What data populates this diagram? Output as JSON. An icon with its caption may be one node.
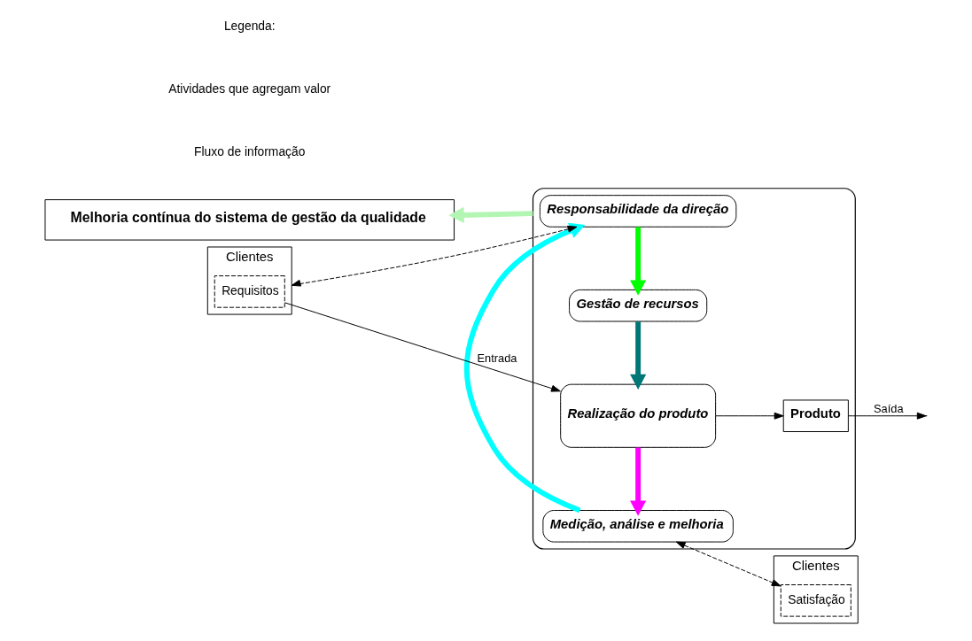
{
  "diagram": {
    "nodes": [
      {
        "text": [
          "Melhoria contínua do sistema de gestão da qualidade"
        ]
      },
      {
        "text": [],
        "shape": "ellipse"
      },
      {
        "text": [
          "Clientes"
        ]
      },
      {
        "text": [
          "Requisitos"
        ],
        "in": 2
      },
      {
        "text": [
          "Responsabilidade da direção"
        ],
        "in": 1
      },
      {
        "text": [
          "Gestão de recursos"
        ],
        "in": 1
      },
      {
        "text": [
          "Medição, análise e melhoria"
        ],
        "in": 1
      },
      {
        "text": [
          "Realização do produto"
        ],
        "in": 1
      },
      {
        "text": [
          "Produto"
        ],
        "in": 1
      },
      {
        "text": [
          "Clientes"
        ]
      },
      {
        "text": [
          "Satisfação"
        ],
        "in": 9
      }
    ],
    "edges": [
      {
        "from": 2,
        "to": 4,
        "arrow": "both",
        "style": "dashed"
      },
      {
        "from": 4,
        "to": 5,
        "arrow": "to",
        "style": "thick",
        "color": "#00ff00"
      },
      {
        "from": 5,
        "to": 7,
        "arrow": "to",
        "style": "thick",
        "color": "#007777"
      },
      {
        "from": 7,
        "to": 6,
        "arrow": "to",
        "style": "thick",
        "color": "#ff00ff"
      },
      {
        "from": 6,
        "to": 4,
        "arrow": "to",
        "style": "thick",
        "color": "#00ffff"
      },
      {
        "from": 1,
        "to": 0,
        "arrow": "to",
        "style": "thick",
        "color": "#b3f5b3"
      },
      {
        "from": 3,
        "to": 7,
        "arrow": "to",
        "label": "Entrada"
      },
      {
        "from": 7,
        "to": 8,
        "arrow": "to"
      },
      {
        "from": 8,
        "to": null,
        "arrow": "to",
        "label": "Saída"
      },
      {
        "from": 6,
        "to": 10,
        "arrow": "both",
        "style": "dashed"
      }
    ],
    "labels": [
      "Legenda:"
    ],
    "legend": [
      {
        "text": "Atividades que agregam valor"
      },
      {
        "text": "Fluxo de informação"
      }
    ]
  }
}
